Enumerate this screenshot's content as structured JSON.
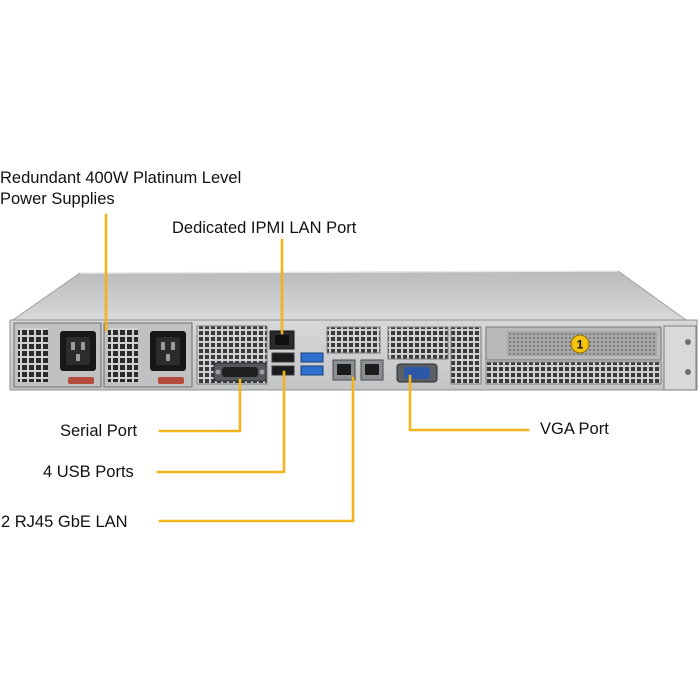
{
  "colors": {
    "leader": "#f2b31b",
    "chassis_light": "#c9cbcd",
    "chassis_dark": "#8e9194",
    "marker": "#f2c20f"
  },
  "labels": {
    "power_supplies_line1": "Redundant  400W  Platinum  Level",
    "power_supplies_line2": "Power Supplies",
    "ipmi": "Dedicated IPMI  LAN Port",
    "serial": "Serial Port",
    "usb": "4 USB Ports",
    "lan": "2 RJ45  GbE LAN",
    "vga": "VGA Port"
  },
  "marker": {
    "number": "1"
  }
}
